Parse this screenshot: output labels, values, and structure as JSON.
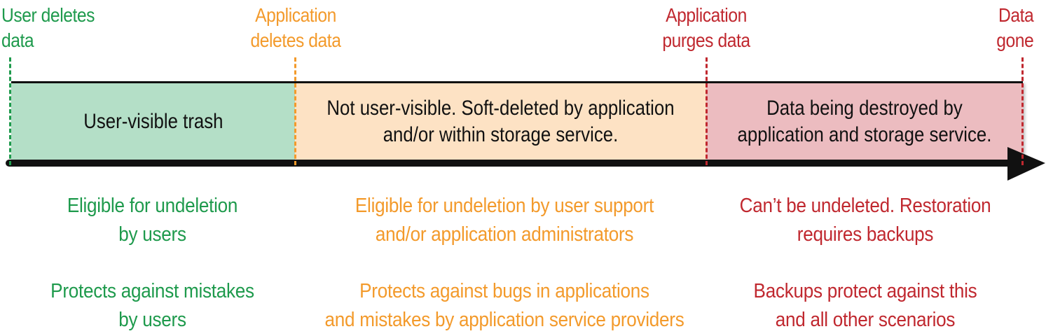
{
  "colors": {
    "green": "#1e9a4c",
    "orange": "#f39a2b",
    "red": "#c0282f",
    "green_fill": "#b4dfc7",
    "orange_fill": "#fde2c4",
    "red_fill": "#ecbcc0",
    "axis": "#111111"
  },
  "milestones": {
    "user_deletes": [
      "User deletes",
      "data"
    ],
    "app_deletes": [
      "Application",
      "deletes data"
    ],
    "app_purges": [
      "Application",
      "purges data"
    ],
    "data_gone": [
      "Data",
      "gone"
    ]
  },
  "stages": {
    "trash": [
      "User-visible trash"
    ],
    "soft_deleted": [
      "Not user-visible. Soft-deleted by application",
      "and/or within storage service."
    ],
    "destroyed": [
      "Data being destroyed by",
      "application and storage service."
    ]
  },
  "eligibility": {
    "trash": [
      "Eligible for undeletion",
      "by users"
    ],
    "soft_deleted": [
      "Eligible for undeletion by user support",
      "and/or application administrators"
    ],
    "destroyed": [
      "Can’t be undeleted. Restoration",
      "requires backups"
    ]
  },
  "protection": {
    "trash": [
      "Protects against mistakes",
      "by users"
    ],
    "soft_deleted": [
      "Protects against bugs in applications",
      "and mistakes by application service providers"
    ],
    "destroyed": [
      "Backups protect against this",
      "and all other scenarios"
    ]
  }
}
